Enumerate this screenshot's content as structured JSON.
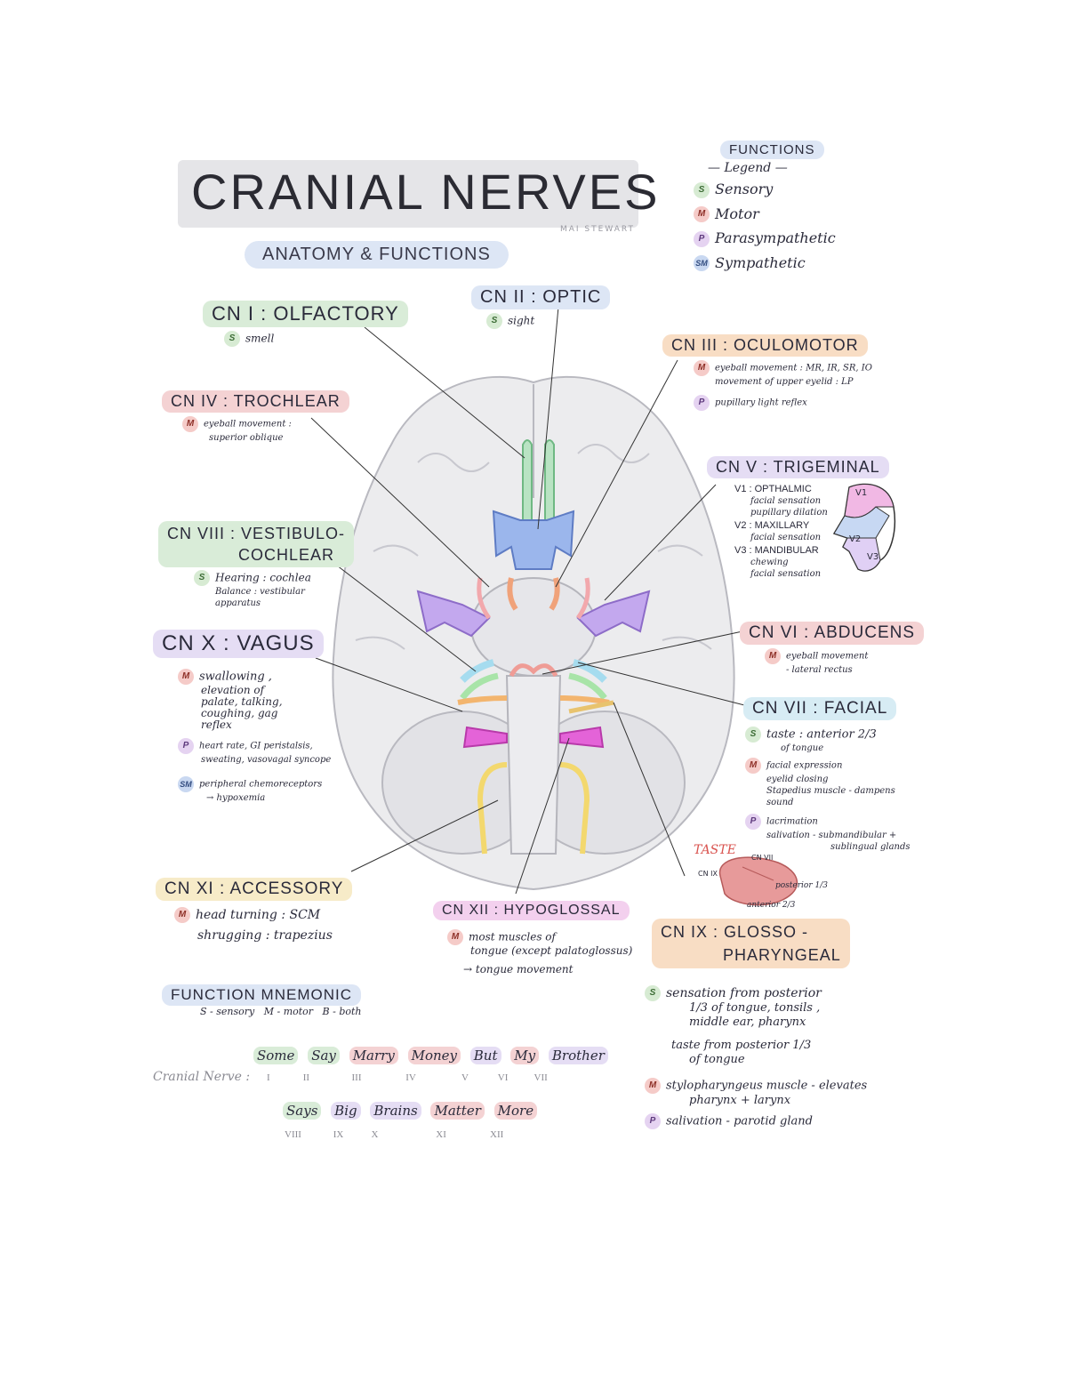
{
  "title": "CRANIAL NERVES",
  "author": "MAI STEWART",
  "subtitle": "ANATOMY & FUNCTIONS",
  "legend": {
    "header": "FUNCTIONS",
    "subheader": "Legend",
    "items": [
      {
        "code": "S",
        "label": "Sensory",
        "color": "#d7ebd3"
      },
      {
        "code": "M",
        "label": "Motor",
        "color": "#f5cbc8"
      },
      {
        "code": "P",
        "label": "Parasympathetic",
        "color": "#e5d3f1"
      },
      {
        "code": "SM",
        "label": "Sympathetic",
        "color": "#c9d8f1"
      }
    ]
  },
  "nerves": {
    "cn1": {
      "name": "CN I : OLFACTORY",
      "f1_code": "S",
      "f1": "smell"
    },
    "cn2": {
      "name": "CN II : OPTIC",
      "f1_code": "S",
      "f1": "sight"
    },
    "cn3": {
      "name": "CN III : OCULOMOTOR",
      "f1_code": "M",
      "f1": "eyeball movement : MR, IR, SR, IO",
      "f1b": "movement of upper eyelid : LP",
      "f2_code": "P",
      "f2": "pupillary light reflex"
    },
    "cn4": {
      "name": "CN IV : TROCHLEAR",
      "f1_code": "M",
      "f1": "eyeball movement :",
      "f1b": "superior oblique"
    },
    "cn5": {
      "name": "CN V : TRIGEMINAL",
      "v1": "V1 : OPTHALMIC",
      "v1_s": "facial sensation",
      "v1_sm": "pupillary dilation",
      "v2": "V2 : MAXILLARY",
      "v2_s": "facial sensation",
      "v3": "V3 : MANDIBULAR",
      "v3_m": "chewing",
      "v3_s": "facial sensation",
      "face_v1": "V1",
      "face_v2": "V2",
      "face_v3": "V3"
    },
    "cn6": {
      "name": "CN VI : ABDUCENS",
      "f1_code": "M",
      "f1": "eyeball movement",
      "f1b": "- lateral rectus"
    },
    "cn7": {
      "name": "CN VII : FACIAL",
      "f1_code": "S",
      "f1": "taste : anterior 2/3",
      "f1b": "of tongue",
      "f2_code": "M",
      "f2": "facial expression",
      "f2b": "eyelid closing",
      "f2c": "Stapedius muscle - dampens sound",
      "f3_code": "P",
      "f3": "lacrimation",
      "f3b": "salivation - submandibular +",
      "f3c": "sublingual glands"
    },
    "cn8": {
      "name": "CN VIII : VESTIBULO-",
      "name2": "COCHLEAR",
      "f1_code": "S",
      "f1": "Hearing : cochlea",
      "f1b": "Balance : vestibular apparatus"
    },
    "cn9": {
      "name": "CN IX : GLOSSO -",
      "name2": "PHARYNGEAL",
      "f1_code": "S",
      "f1": "sensation from posterior",
      "f1b": "1/3 of tongue, tonsils ,",
      "f1c": "middle ear, pharynx",
      "f1d": "taste from posterior 1/3",
      "f1e": "of tongue",
      "f2_code": "M",
      "f2": "stylopharyngeus muscle - elevates",
      "f2b": "pharynx + larynx",
      "f3_code": "P",
      "f3": "salivation - parotid gland"
    },
    "cn10": {
      "name": "CN X : VAGUS",
      "f1_code": "M",
      "f1": "swallowing ,",
      "f1b": "elevation of",
      "f1c": "palate, talking,",
      "f1d": "coughing, gag",
      "f1e": "reflex",
      "f2_code": "P",
      "f2": "heart rate, GI peristalsis,",
      "f2b": "sweating, vasovagal syncope",
      "f3_code": "SM",
      "f3": "peripheral chemoreceptors",
      "f3b": "→ hypoxemia"
    },
    "cn11": {
      "name": "CN XI : ACCESSORY",
      "f1_code": "M",
      "f1": "head turning : SCM",
      "f1b": "shrugging : trapezius"
    },
    "cn12": {
      "name": "CN XII : HYPOGLOSSAL",
      "f1_code": "M",
      "f1": "most muscles of",
      "f1b": "tongue (except palatoglossus)",
      "f1c": "→ tongue movement"
    }
  },
  "taste": {
    "title": "TASTE",
    "cn7": "CN VII",
    "cn9": "CN IX",
    "posterior": "posterior 1/3",
    "anterior": "anterior 2/3"
  },
  "mnemonic": {
    "title": "FUNCTION MNEMONIC",
    "key": "S - sensory   M - motor   B - both",
    "row_label": "Cranial Nerve :",
    "line1": [
      {
        "word": "Some",
        "num": "I",
        "type": "S"
      },
      {
        "word": "Say",
        "num": "II",
        "type": "S"
      },
      {
        "word": "Marry",
        "num": "III",
        "type": "M"
      },
      {
        "word": "Money",
        "num": "IV",
        "type": "M"
      },
      {
        "word": "But",
        "num": "V",
        "type": "B"
      },
      {
        "word": "My",
        "num": "VI",
        "type": "M"
      },
      {
        "word": "Brother",
        "num": "VII",
        "type": "B"
      }
    ],
    "line2": [
      {
        "word": "Says",
        "num": "VIII",
        "type": "S"
      },
      {
        "word": "Big",
        "num": "IX",
        "type": "B"
      },
      {
        "word": "Brains",
        "num": "X",
        "type": "B"
      },
      {
        "word": "Matter",
        "num": "XI",
        "type": "M"
      },
      {
        "word": "More",
        "num": "XII",
        "type": "M"
      }
    ]
  }
}
